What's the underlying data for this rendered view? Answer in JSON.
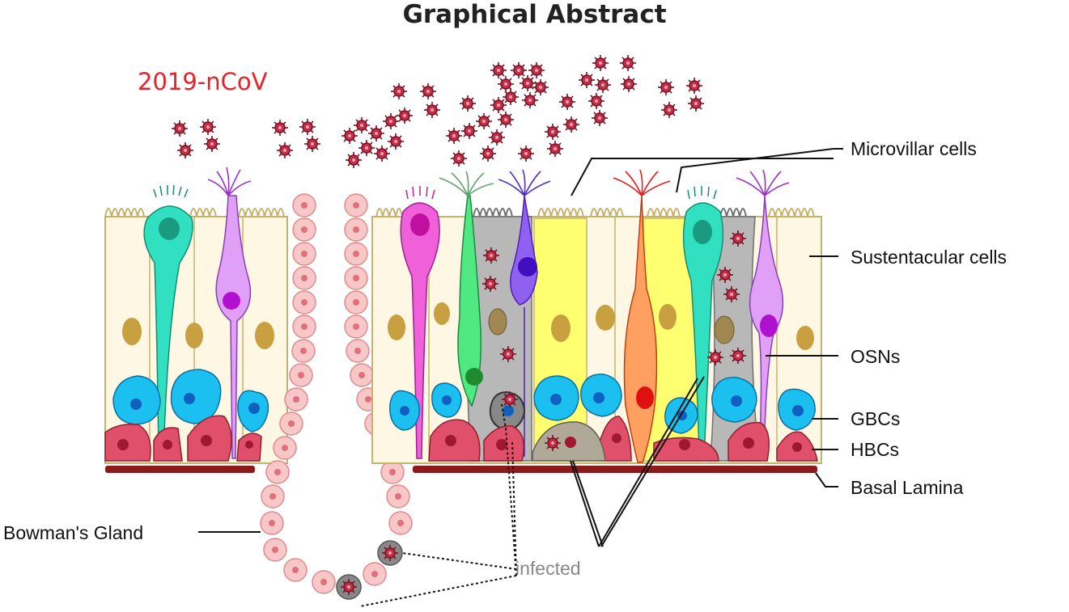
{
  "title": "Graphical Abstract",
  "virus_label": "2019-nCoV",
  "labels": {
    "microvillar": "Microvillar cells",
    "sustentacular": "Sustentacular cells",
    "osns": "OSNs",
    "gbcs": "GBCs",
    "hbcs": "HBCs",
    "basal_lamina": "Basal Lamina",
    "bowmans_gland": "Bowman's Gland",
    "infected": "infected"
  },
  "colors": {
    "virus": "#c0304a",
    "sustentacular": "#fdf7e4",
    "sustentacular_infected": "#b8b8b8",
    "microvillar": "#30e0c0",
    "osn": "#d070f0",
    "gbc": "#1cc0f0",
    "hbc": "#e0506a",
    "basal_lamina": "#8b1a1a",
    "gland": "#f8c8c8"
  }
}
